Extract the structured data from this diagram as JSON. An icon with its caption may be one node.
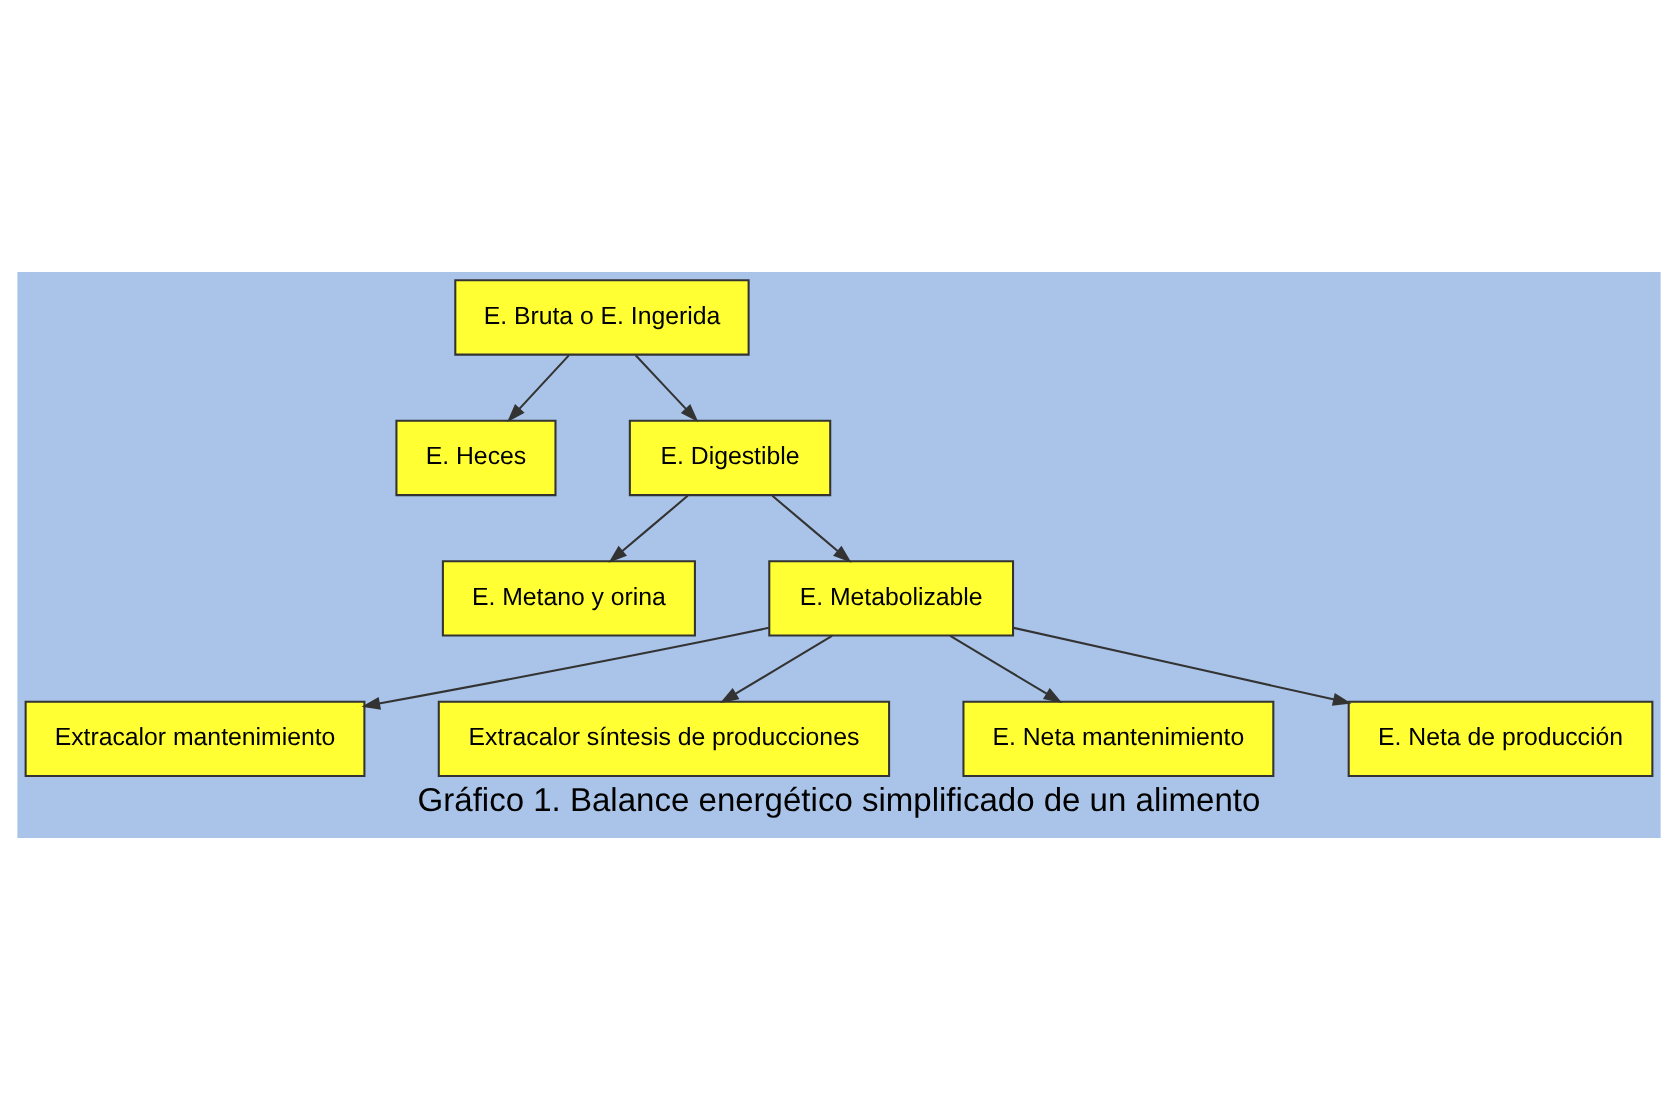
{
  "diagram": {
    "caption": "Gráfico 1. Balance energético simplificado de un alimento",
    "nodes": [
      {
        "text": [
          "E. Bruta o E. Ingerida"
        ]
      },
      {
        "text": [
          "E. Heces"
        ]
      },
      {
        "text": [
          "E. Digestible"
        ]
      },
      {
        "text": [
          "E. Metano y orina"
        ]
      },
      {
        "text": [
          "E. Metabolizable"
        ]
      },
      {
        "text": [
          "Extracalor mantenimiento"
        ]
      },
      {
        "text": [
          "Extracalor síntesis de producciones"
        ]
      },
      {
        "text": [
          "E. Neta mantenimiento"
        ]
      },
      {
        "text": [
          "E. Neta de producción"
        ]
      }
    ],
    "edges": [
      {
        "from": 0,
        "to": 2,
        "arrow": "to"
      },
      {
        "from": 0,
        "to": 1,
        "arrow": "to"
      },
      {
        "from": 2,
        "to": 4,
        "arrow": "to"
      },
      {
        "from": 2,
        "to": 3,
        "arrow": "to"
      },
      {
        "from": 4,
        "to": 5,
        "arrow": "to"
      },
      {
        "from": 4,
        "to": 7,
        "arrow": "to"
      },
      {
        "from": 4,
        "to": 6,
        "arrow": "to"
      },
      {
        "from": 4,
        "to": 8,
        "arrow": "to"
      }
    ]
  }
}
